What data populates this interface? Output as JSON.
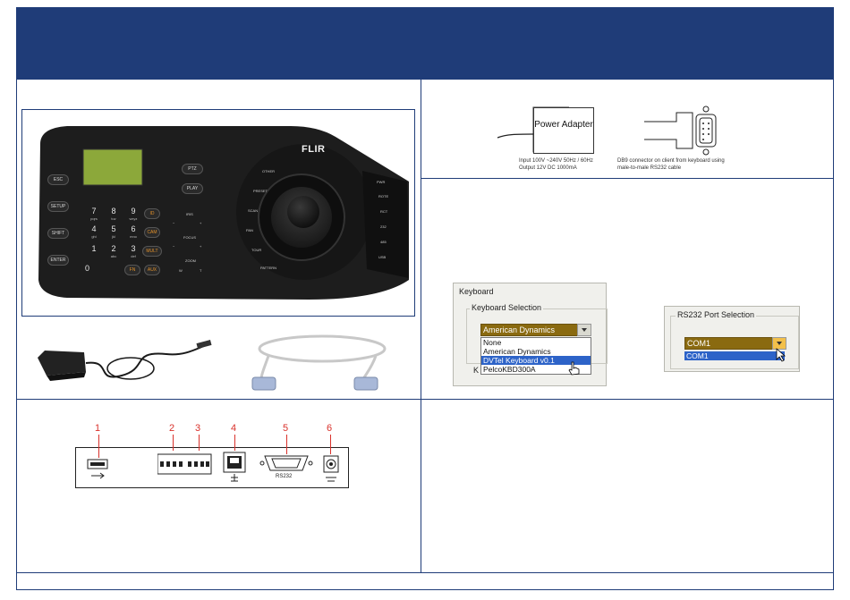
{
  "brand_logo": "FLIR",
  "colors": {
    "header": "#1f3c78",
    "accent_red": "#d9312b",
    "highlight": "#2d63c8",
    "combo_fill": "#8a6a10"
  },
  "keyboard": {
    "left_keys": [
      "ESC",
      "SETUP",
      "SHIFT",
      "ENTER"
    ],
    "numpad": [
      {
        "n": "7",
        "s": "pqrs"
      },
      {
        "n": "8",
        "s": "tuv"
      },
      {
        "n": "9",
        "s": "wxyz"
      },
      {
        "n": "4",
        "s": "ghi"
      },
      {
        "n": "5",
        "s": "jkl"
      },
      {
        "n": "6",
        "s": "mno"
      },
      {
        "n": "1",
        "s": ""
      },
      {
        "n": "2",
        "s": "abc"
      },
      {
        "n": "3",
        "s": "def"
      },
      {
        "n": "0",
        "s": ""
      }
    ],
    "func_keys": [
      "ID",
      "CAM",
      "MULT",
      "FN",
      "AUX"
    ],
    "center_keys": [
      "PTZ",
      "PLAY"
    ],
    "iris_label": "IRIS",
    "focus_label": "FOCUS",
    "zoom_label": "ZOOM",
    "zoom_wide": "W",
    "zoom_tele": "T",
    "minus": "−",
    "plus": "+",
    "ring_keys": [
      "OTHER",
      "PRESET",
      "SCAN",
      "PAN",
      "TOUR",
      "PATTERN"
    ],
    "leds": [
      "PWR",
      "ROTE",
      "RCT",
      "232",
      "485",
      "USB"
    ]
  },
  "adapter": {
    "box_label": "Power Adapter",
    "spec_line1": "Input 100V ~240V 50Hz / 60Hz",
    "spec_line2": "Output 12V DC 1000mA",
    "db9_line1": "DB9 connector on client from keyboard using",
    "db9_line2": "male-to-male RS232 cable"
  },
  "keyboard_dialog": {
    "frame_title": "Keyboard",
    "group_title": "Keyboard Selection",
    "selected": "American Dynamics",
    "options": [
      "None",
      "American Dynamics",
      "DVTel Keyboard v0.1",
      "PelcoKBD300A"
    ],
    "highlighted": "DVTel Keyboard v0.1",
    "hidden_label": "K"
  },
  "rs232_dialog": {
    "group_title": "RS232 Port Selection",
    "selected": "COM1",
    "options": [
      "COM1"
    ]
  },
  "ports": {
    "numbers": [
      "1",
      "2",
      "3",
      "4",
      "5",
      "6"
    ],
    "rs232_label": "RS232"
  }
}
